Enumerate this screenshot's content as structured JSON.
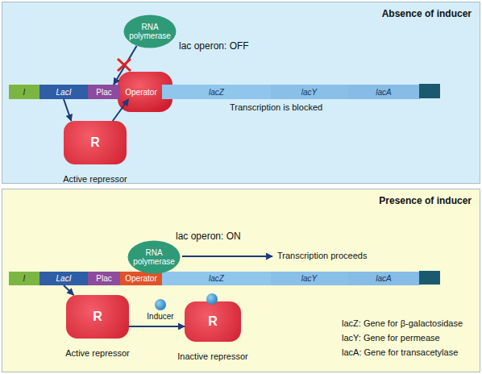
{
  "diagram": {
    "nodes": [
      {
        "text": [
          "Absence of inducer"
        ]
      },
      {
        "text": [
          "RNA polymerase"
        ],
        "in": 0
      },
      {
        "text": [
          "I"
        ],
        "in": 0
      },
      {
        "text": [
          "LacI"
        ],
        "in": 0
      },
      {
        "text": [
          "Plac"
        ],
        "in": 0
      },
      {
        "text": [
          "Operator"
        ],
        "in": 0
      },
      {
        "text": [
          "lacZ"
        ],
        "in": 0
      },
      {
        "text": [
          "lacY"
        ],
        "in": 0
      },
      {
        "text": [
          "lacA"
        ],
        "in": 0
      },
      {
        "text": [
          "R",
          "Active repressor"
        ],
        "in": 0
      },
      {
        "text": [
          "Presence of inducer"
        ]
      },
      {
        "text": [
          "RNA polymerase"
        ],
        "in": 10
      },
      {
        "text": [
          "I"
        ],
        "in": 10
      },
      {
        "text": [
          "LacI"
        ],
        "in": 10
      },
      {
        "text": [
          "Plac"
        ],
        "in": 10
      },
      {
        "text": [
          "Operator"
        ],
        "in": 10
      },
      {
        "text": [
          "lacZ"
        ],
        "in": 10
      },
      {
        "text": [
          "lacY"
        ],
        "in": 10
      },
      {
        "text": [
          "lacA"
        ],
        "in": 10
      },
      {
        "text": [
          "R",
          "Active repressor"
        ],
        "in": 10
      },
      {
        "text": [
          "Inducer"
        ],
        "in": 10
      },
      {
        "text": [
          "R",
          "Inactive repressor"
        ],
        "in": 10
      }
    ],
    "edges": [
      {
        "from": 1,
        "to": 4,
        "arrow": "to"
      },
      {
        "from": 3,
        "to": 9,
        "arrow": "to"
      },
      {
        "from": 9,
        "to": 5,
        "arrow": "to"
      },
      {
        "from": 13,
        "to": 19,
        "arrow": "to"
      },
      {
        "from": 19,
        "to": 21,
        "arrow": "to"
      }
    ],
    "labels": [
      "lac operon: OFF",
      "Transcription is blocked",
      "lac operon: ON",
      "Transcription proceeds",
      "lacZ: Gene for β-galactosidase",
      "lacY: Gene for permease",
      "lacA: Gene for transacetylase"
    ]
  }
}
